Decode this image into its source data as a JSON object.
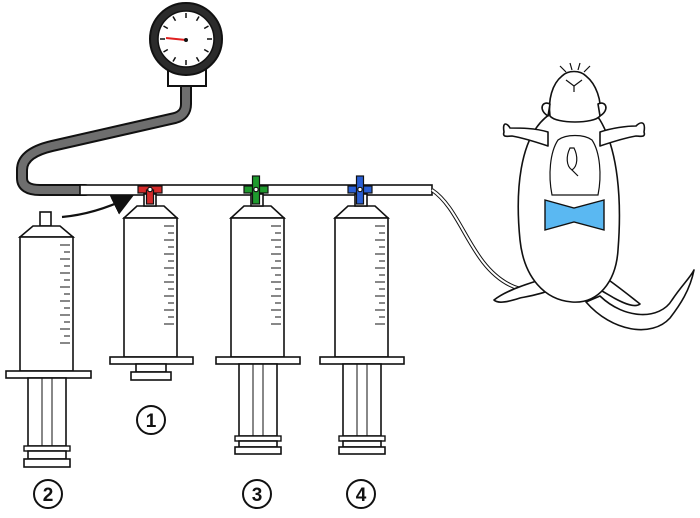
{
  "colors": {
    "outline": "#111111",
    "hose": "#6e6e6e",
    "valve_1": "#d42a2a",
    "valve_3": "#1f9a2e",
    "valve_4": "#2a5fd4",
    "needle": "#e02020",
    "bandage": "#5ab8f2",
    "arrow": "#111111"
  },
  "diagram": {
    "gauge": {
      "icon": "pressure-gauge-icon"
    },
    "syringes": [
      {
        "id": "syringe-2",
        "label": "2",
        "attached": false
      },
      {
        "id": "syringe-1",
        "label": "1",
        "attached": true,
        "valve": "valve_1"
      },
      {
        "id": "syringe-3",
        "label": "3",
        "attached": true,
        "valve": "valve_3"
      },
      {
        "id": "syringe-4",
        "label": "4",
        "attached": true,
        "valve": "valve_4"
      }
    ],
    "animal": {
      "icon": "rat-icon"
    },
    "arrow": {
      "from": "syringe-2",
      "to": "syringe-1"
    }
  }
}
